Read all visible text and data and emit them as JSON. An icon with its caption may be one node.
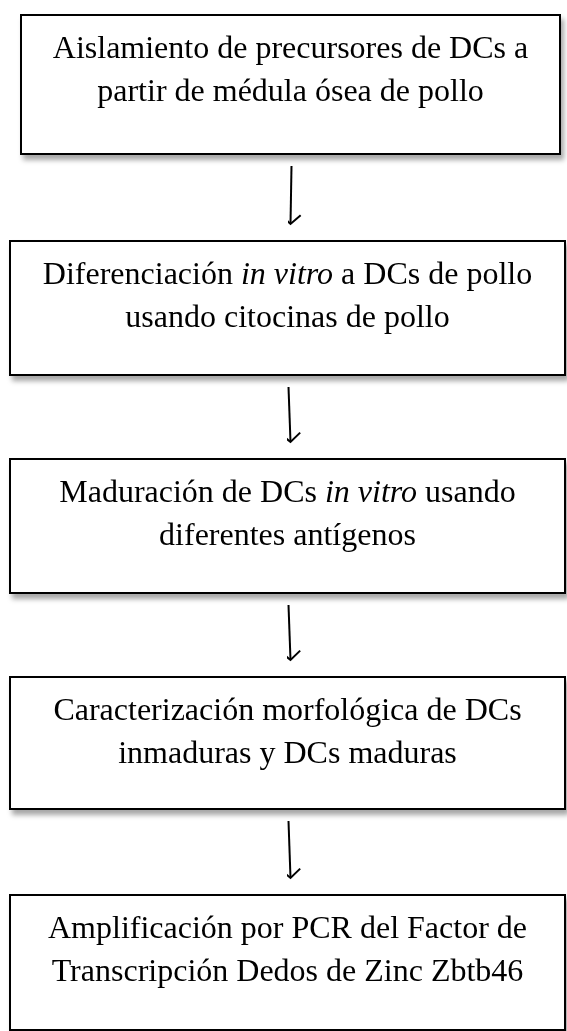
{
  "diagram": {
    "nodes": [
      {
        "text": [
          "Aislamiento de precursores de DCs a partir de médula ósea de pollo"
        ]
      },
      {
        "text": [
          "Diferenciación *in vitro* a DCs de pollo usando citocinas de pollo"
        ]
      },
      {
        "text": [
          "Maduración de DCs *in vitro* usando diferentes antígenos"
        ]
      },
      {
        "text": [
          "Caracterización morfológica de DCs inmaduras y DCs maduras"
        ]
      },
      {
        "text": [
          "Amplificación por PCR del Factor de Transcripción Dedos de Zinc Zbtb46"
        ]
      }
    ],
    "edges": [
      {
        "from": 0,
        "to": 1,
        "arrow": "to"
      },
      {
        "from": 1,
        "to": 2,
        "arrow": "to"
      },
      {
        "from": 2,
        "to": 3,
        "arrow": "to"
      },
      {
        "from": 3,
        "to": 4,
        "arrow": "to"
      }
    ]
  }
}
